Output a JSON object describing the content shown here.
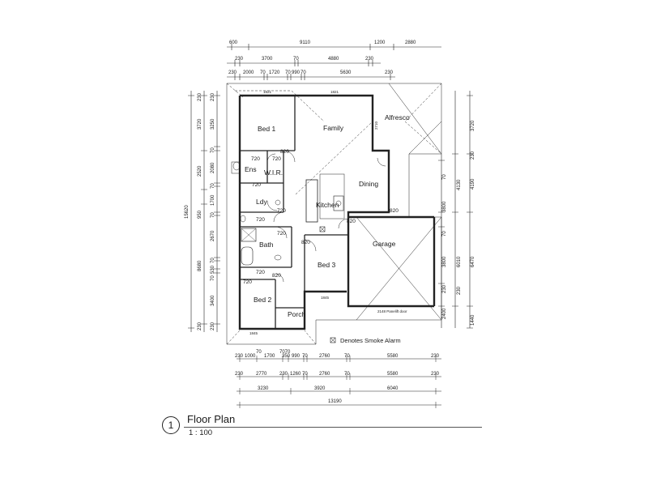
{
  "dimensions": {
    "top_row1": [
      "600",
      "9110",
      "1200",
      "2880"
    ],
    "top_row2": [
      "230",
      "3700",
      "70",
      "4880",
      "230"
    ],
    "top_row3": [
      "230",
      "2000",
      "70",
      "1720",
      "70",
      "990",
      "70",
      "5630",
      "230"
    ],
    "left_outer": "15620",
    "left_row1": [
      "230",
      "3720",
      "2520",
      "950",
      "8680",
      "230"
    ],
    "left_row2": [
      "230",
      "3250",
      "70",
      "2080",
      "70",
      "1700",
      "70",
      "2670",
      "70",
      "530",
      "70",
      "3400",
      "230"
    ],
    "right_outer": [
      "3720",
      "230",
      "4190",
      "6470",
      "1440"
    ],
    "right_inner": [
      "70",
      "3800",
      "70",
      "3800",
      "230",
      "2400"
    ],
    "right_inner2": [
      "4130",
      "6010",
      "230"
    ],
    "bottom_row1": [
      "70",
      "7070"
    ],
    "bottom_row2": [
      "230",
      "1000",
      "1700",
      "350",
      "990",
      "70",
      "2760",
      "70",
      "5580",
      "230"
    ],
    "bottom_row3": [
      "230",
      "2770",
      "230",
      "1260",
      "70",
      "2760",
      "70",
      "5580",
      "230"
    ],
    "bottom_row4": [
      "3230",
      "3920",
      "6040"
    ],
    "bottom_total": "13190"
  },
  "rooms": {
    "bed1": "Bed 1",
    "family": "Family",
    "alfresco": "Alfresco",
    "ens": "Ens",
    "wir": "W.I.R.",
    "ldy": "Ldy",
    "kitchen": "Kitchen",
    "dining": "Dining",
    "bath": "Bath",
    "bed3": "Bed 3",
    "garage": "Garage",
    "bed2": "Bed 2",
    "porch": "Porch"
  },
  "doors": [
    "720",
    "720",
    "820",
    "720",
    "720",
    "720",
    "820",
    "820",
    "720",
    "720",
    "820",
    "820",
    "720"
  ],
  "small_labels": {
    "window_top_left": "1821",
    "window_top_right": "1821",
    "window_alfresco": "2710",
    "window_bed2": "1845",
    "window_bed3": "1845",
    "garage_door": "2148 Panelift door"
  },
  "legend": {
    "smoke_alarm": "Denotes Smoke Alarm"
  },
  "title": {
    "number": "1",
    "name": "Floor Plan",
    "scale": "1 : 100"
  }
}
